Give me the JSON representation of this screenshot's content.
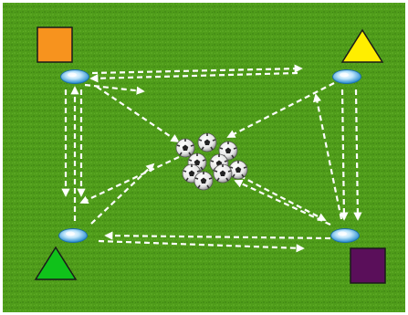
{
  "colors": {
    "field": "#4f9c1a",
    "field_dark": "#3e8512",
    "field_light": "#64b02a",
    "frame": "#ffffff",
    "cone": "#38a9e6",
    "cone_light": "#bfe6fb",
    "arrow": "#ffffff",
    "ball_white": "#f2f2f2",
    "ball_black": "#222222"
  },
  "players": [
    {
      "id": "top-left",
      "shape": "square",
      "color": "#f7931e",
      "icon": "square-icon"
    },
    {
      "id": "top-right",
      "shape": "triangle",
      "color": "#ffee00",
      "icon": "triangle-icon"
    },
    {
      "id": "bottom-left",
      "shape": "triangle",
      "color": "#10c21a",
      "icon": "triangle-icon"
    },
    {
      "id": "bottom-right",
      "shape": "square",
      "color": "#5a0f5a",
      "icon": "square-icon"
    }
  ],
  "cones": [
    "top-left",
    "top-right",
    "bottom-left",
    "bottom-right"
  ],
  "ball_cluster": {
    "count": 9,
    "icon": "soccer-ball-icon"
  },
  "movement_arrows": {
    "style": "dashed",
    "head": "filled",
    "count": 16
  }
}
